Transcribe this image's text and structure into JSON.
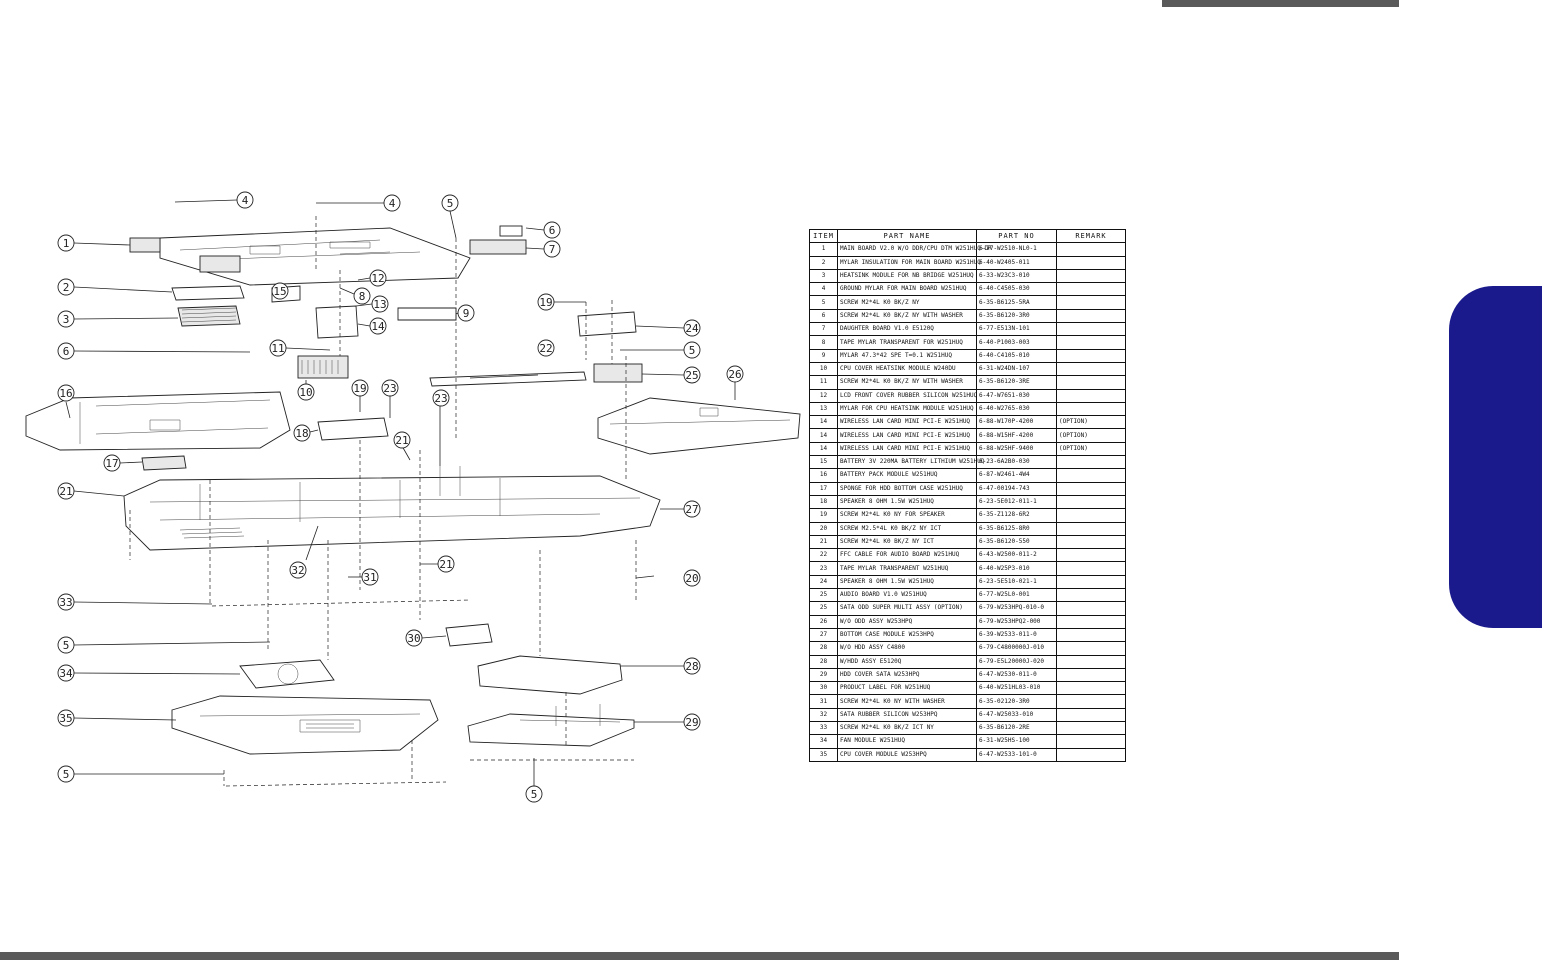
{
  "parts_table": {
    "headers": {
      "item": "ITEM",
      "name": "PART NAME",
      "number": "PART NO",
      "remark": "REMARK"
    },
    "rows": [
      {
        "item": "1",
        "name": "MAIN BOARD V2.0 W/O DDR/CPU DTM W251HUQ-DR",
        "number": "6-77-W2510-NL0-1",
        "remark": ""
      },
      {
        "item": "2",
        "name": "MYLAR INSULATION FOR MAIN BOARD W251HUQ",
        "number": "6-40-W2405-011",
        "remark": ""
      },
      {
        "item": "3",
        "name": "HEATSINK MODULE FOR NB BRIDGE W251HUQ",
        "number": "6-33-W23C3-010",
        "remark": ""
      },
      {
        "item": "4",
        "name": "GROUND MYLAR FOR MAIN BOARD W251HUQ",
        "number": "6-40-C4505-030",
        "remark": ""
      },
      {
        "item": "5",
        "name": "SCREW M2*4L K0 BK/Z NY",
        "number": "6-35-B6125-5RA",
        "remark": ""
      },
      {
        "item": "6",
        "name": "SCREW M2*4L K0 BK/Z NY WITH WASHER",
        "number": "6-35-B6120-3R0",
        "remark": ""
      },
      {
        "item": "7",
        "name": "DAUGHTER BOARD V1.0 E5120Q",
        "number": "6-77-E513N-101",
        "remark": ""
      },
      {
        "item": "8",
        "name": "TAPE MYLAR TRANSPARENT FOR W251HUQ",
        "number": "6-40-P1003-003",
        "remark": ""
      },
      {
        "item": "9",
        "name": "MYLAR 47.3*42 SPE T=0.1 W251HUQ",
        "number": "6-40-C4105-010",
        "remark": ""
      },
      {
        "item": "10",
        "name": "CPU COVER HEATSINK MODULE W240DU",
        "number": "6-31-W24DN-107",
        "remark": ""
      },
      {
        "item": "11",
        "name": "SCREW M2*4L K0 BK/Z NY WITH WASHER",
        "number": "6-35-B6120-3RE",
        "remark": ""
      },
      {
        "item": "12",
        "name": "LCD FRONT COVER RUBBER SILICON W251HUQ",
        "number": "6-47-W7651-030",
        "remark": ""
      },
      {
        "item": "13",
        "name": "MYLAR FOR CPU HEATSINK MODULE W251HUQ",
        "number": "6-40-W2765-030",
        "remark": ""
      },
      {
        "item": "14",
        "name": "WIRELESS LAN CARD MINI PCI-E W251HUQ",
        "number": "6-88-W170P-4200",
        "remark": "(OPTION)"
      },
      {
        "item": "14",
        "name": "WIRELESS LAN CARD MINI PCI-E W251HUQ",
        "number": "6-88-W15HF-4200",
        "remark": "(OPTION)"
      },
      {
        "item": "14",
        "name": "WIRELESS LAN CARD MINI PCI-E W251HUQ",
        "number": "6-88-W25HF-9400",
        "remark": "(OPTION)"
      },
      {
        "item": "15",
        "name": "BATTERY 3V 220MA BATTERY LITHIUM W251HUQ",
        "number": "6-23-6A2B0-030",
        "remark": ""
      },
      {
        "item": "16",
        "name": "BATTERY PACK MODULE W251HUQ",
        "number": "6-87-W2461-4W4",
        "remark": ""
      },
      {
        "item": "17",
        "name": "SPONGE FOR HDD BOTTOM CASE W251HUQ",
        "number": "6-47-00194-743",
        "remark": ""
      },
      {
        "item": "18",
        "name": "SPEAKER 8 OHM 1.5W W251HUQ",
        "number": "6-23-5E012-011-1",
        "remark": ""
      },
      {
        "item": "19",
        "name": "SCREW M2*4L K0 NY FOR SPEAKER",
        "number": "6-35-Z1128-6R2",
        "remark": ""
      },
      {
        "item": "20",
        "name": "SCREW M2.5*4L K0 BK/Z NY ICT",
        "number": "6-35-B6125-8R0",
        "remark": ""
      },
      {
        "item": "21",
        "name": "SCREW M2*4L K0 BK/Z NY ICT",
        "number": "6-35-B6120-550",
        "remark": ""
      },
      {
        "item": "22",
        "name": "FFC CABLE FOR AUDIO BOARD W251HUQ",
        "number": "6-43-W2500-011-2",
        "remark": ""
      },
      {
        "item": "23",
        "name": "TAPE MYLAR TRANSPARENT W251HUQ",
        "number": "6-40-W25P3-010",
        "remark": ""
      },
      {
        "item": "24",
        "name": "SPEAKER 8 OHM 1.5W W251HUQ",
        "number": "6-23-5E510-021-1",
        "remark": ""
      },
      {
        "item": "25",
        "name": "AUDIO BOARD V1.0 W251HUQ",
        "number": "6-77-W25L0-001",
        "remark": ""
      },
      {
        "item": "25",
        "name": "SATA ODD SUPER MULTI ASSY (OPTION)",
        "number": "6-79-W253HPQ-010-0",
        "remark": ""
      },
      {
        "item": "26",
        "name": "W/O ODD ASSY W253HPQ",
        "number": "6-79-W253HPQ2-000",
        "remark": ""
      },
      {
        "item": "27",
        "name": "BOTTOM CASE MODULE W253HPQ",
        "number": "6-39-W2533-011-0",
        "remark": ""
      },
      {
        "item": "28",
        "name": "W/O HDD ASSY C4800",
        "number": "6-79-C4800000J-010",
        "remark": ""
      },
      {
        "item": "28",
        "name": "W/HDD ASSY E5120Q",
        "number": "6-79-E5L20000J-020",
        "remark": ""
      },
      {
        "item": "29",
        "name": "HDD COVER SATA W253HPQ",
        "number": "6-47-W2530-011-0",
        "remark": ""
      },
      {
        "item": "30",
        "name": "PRODUCT LABEL FOR W251HUQ",
        "number": "6-40-W251HL03-010",
        "remark": ""
      },
      {
        "item": "31",
        "name": "SCREW M2*4L K0 NY WITH WASHER",
        "number": "6-35-02120-3R0",
        "remark": ""
      },
      {
        "item": "32",
        "name": "SATA RUBBER SILICON W253HPQ",
        "number": "6-47-W25033-010",
        "remark": ""
      },
      {
        "item": "33",
        "name": "SCREW M2*4L K0 BK/Z ICT NY",
        "number": "6-35-B6120-2RE",
        "remark": ""
      },
      {
        "item": "34",
        "name": "FAN MODULE W251HUQ",
        "number": "6-31-W25HS-100",
        "remark": ""
      },
      {
        "item": "35",
        "name": "CPU COVER MODULE W253HPQ",
        "number": "6-47-W2533-101-0",
        "remark": ""
      }
    ]
  },
  "diagram": {
    "callouts": [
      "1",
      "2",
      "3",
      "4",
      "4",
      "5",
      "5",
      "5",
      "5",
      "5",
      "6",
      "6",
      "7",
      "8",
      "9",
      "10",
      "11",
      "12",
      "13",
      "14",
      "15",
      "16",
      "17",
      "18",
      "19",
      "19",
      "20",
      "21",
      "21",
      "21",
      "22",
      "23",
      "23",
      "24",
      "25",
      "26",
      "27",
      "28",
      "29",
      "30",
      "31",
      "32",
      "33",
      "34",
      "35"
    ]
  }
}
